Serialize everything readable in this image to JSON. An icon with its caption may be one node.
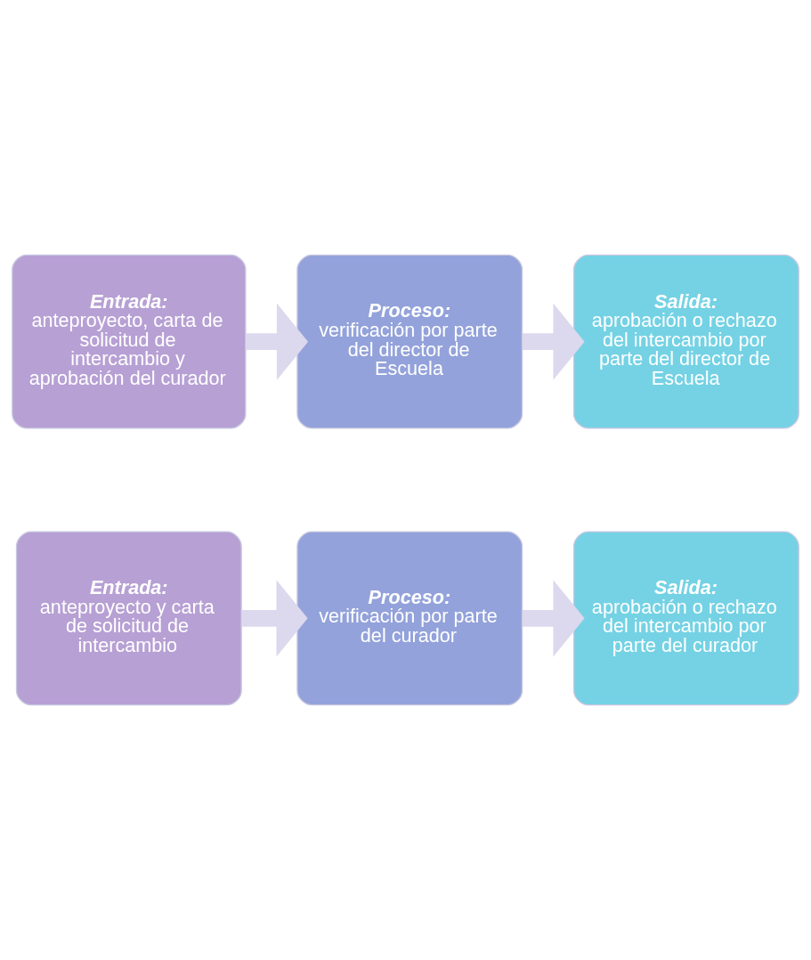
{
  "diagram": {
    "nodes": [
      {
        "text": [
          "Entrada:",
          "anteproyecto y carta de solicitud de intercambio"
        ]
      },
      {
        "text": [
          "Proceso:",
          "verificación por parte del curador"
        ]
      },
      {
        "text": [
          "Salida:",
          "aprobación o rechazo del intercambio por parte del curador"
        ]
      },
      {
        "text": [
          "Entrada:",
          "anteproyecto, carta de solicitud de intercambio y aprobación del curador"
        ]
      },
      {
        "text": [
          "Proceso:",
          "verificación por parte del director de Escuela"
        ]
      },
      {
        "text": [
          "Salida:",
          "aprobación o rechazo del intercambio por parte del director de Escuela"
        ]
      }
    ],
    "edges": [
      {
        "from": 0,
        "to": 1,
        "arrow": "to"
      },
      {
        "from": 1,
        "to": 2,
        "arrow": "to"
      },
      {
        "from": 3,
        "to": 4,
        "arrow": "to"
      },
      {
        "from": 4,
        "to": 5,
        "arrow": "to"
      }
    ]
  }
}
